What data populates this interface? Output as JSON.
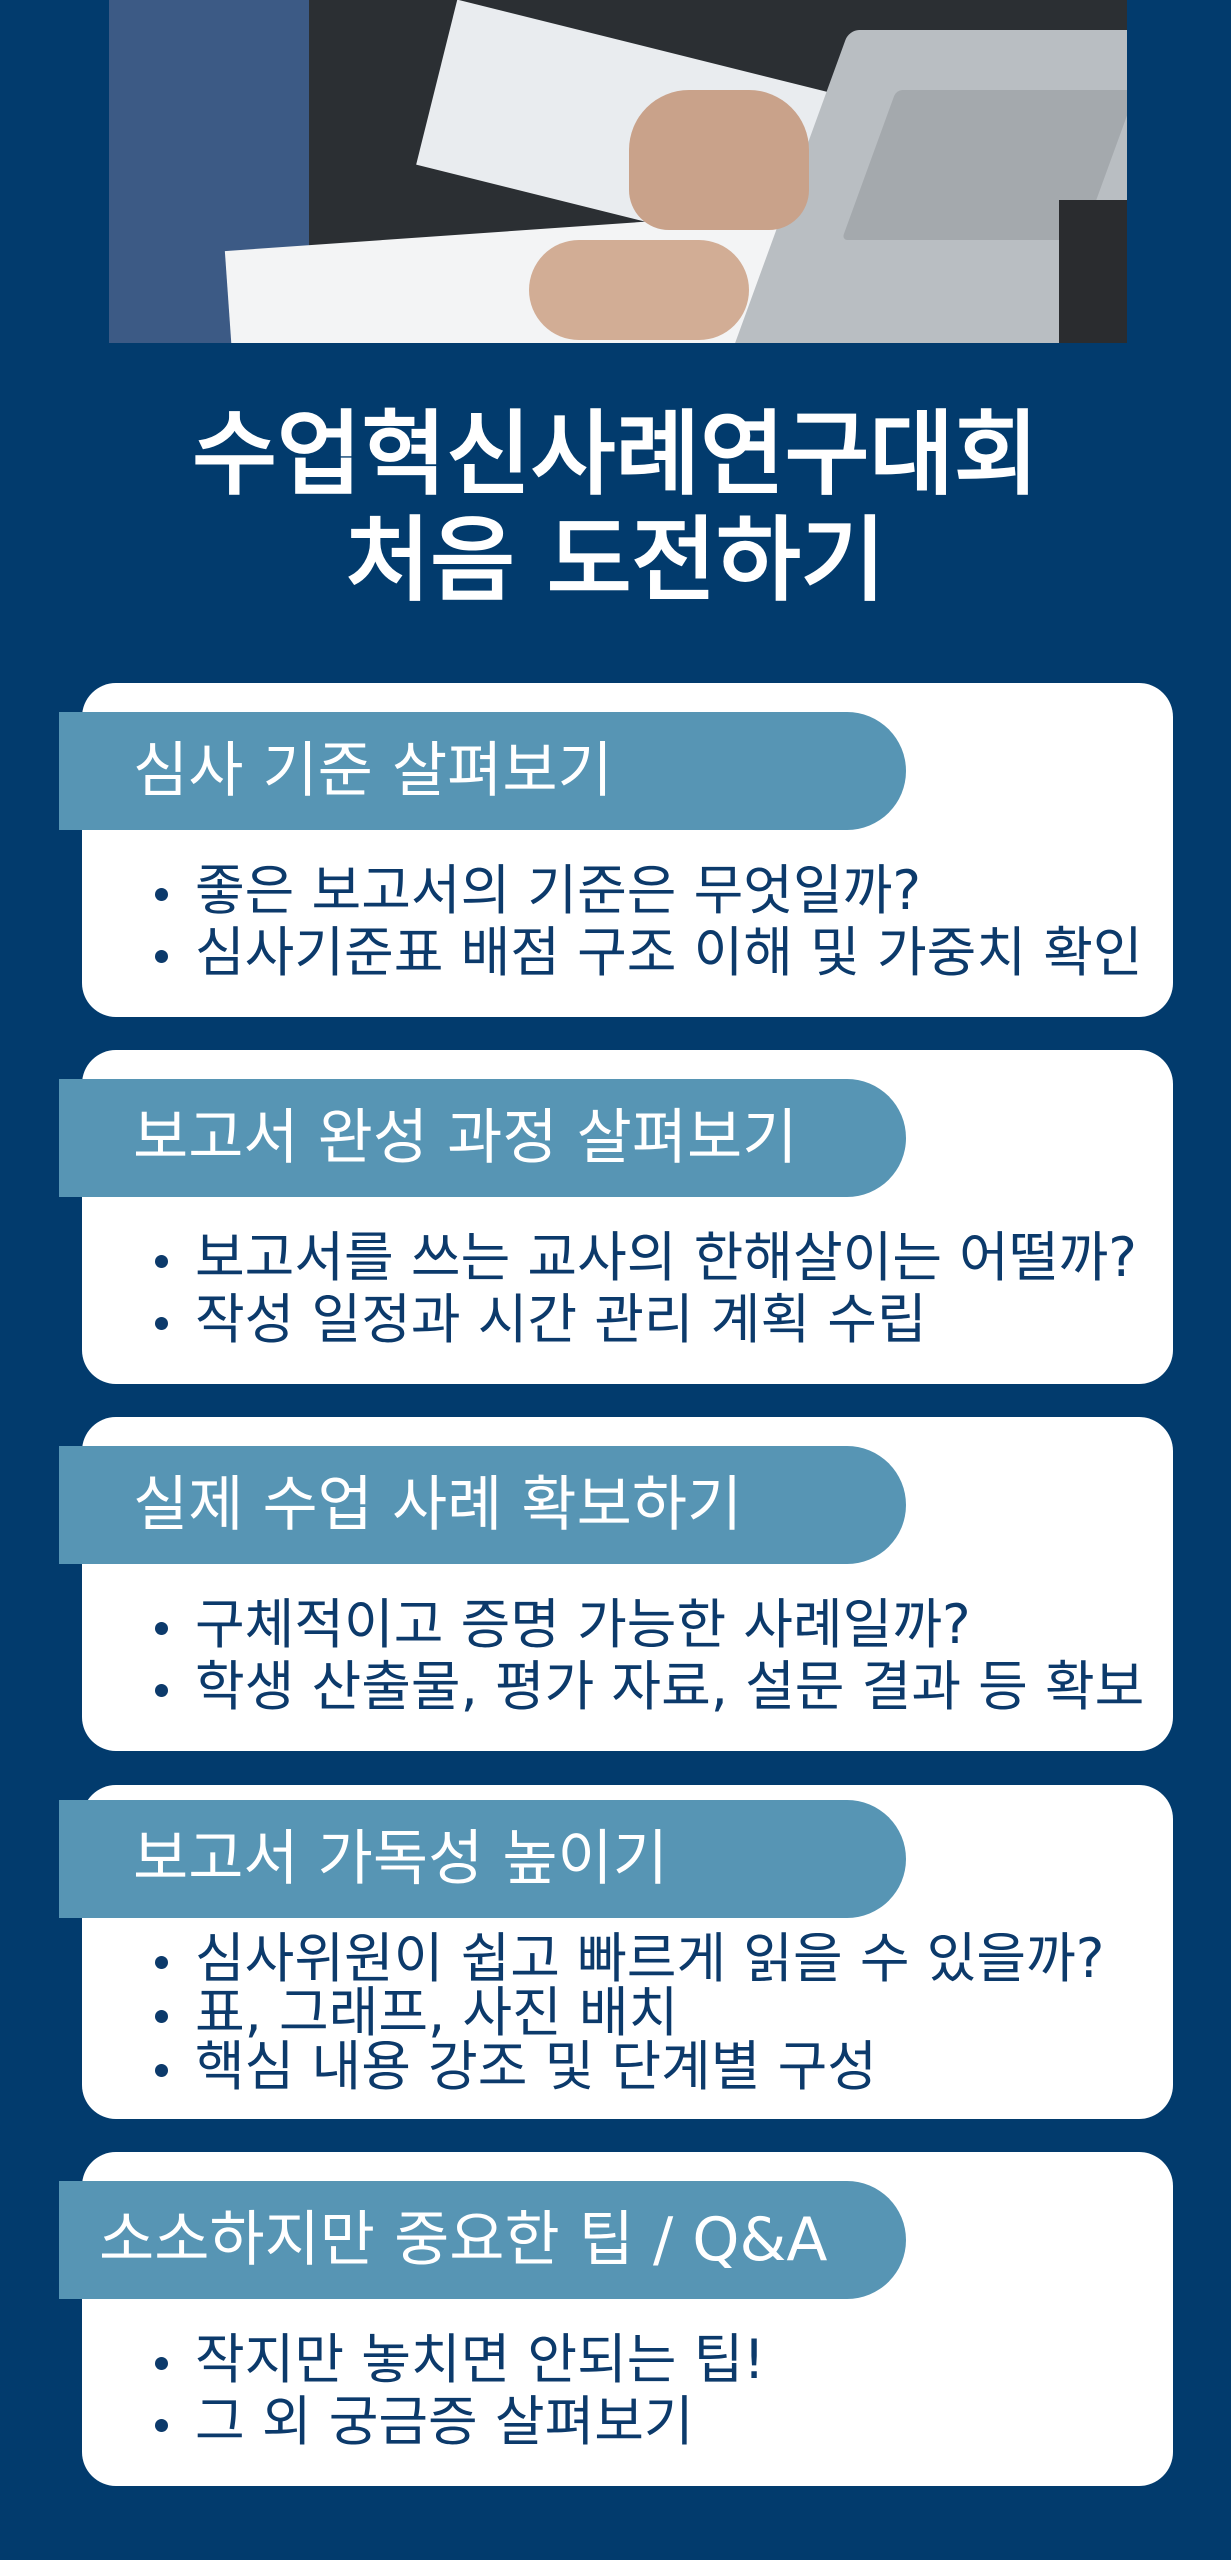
{
  "title": {
    "line1": "수업혁신사례연구대회",
    "line2": "처음 도전하기"
  },
  "colors": {
    "background": "#023b6d",
    "pill": "#5795b4",
    "text": "#0c3a6b"
  },
  "sections": [
    {
      "heading": "심사 기준 살펴보기",
      "bullets": [
        "좋은 보고서의 기준은 무엇일까?",
        "심사기준표 배점 구조 이해 및 가중치 확인"
      ]
    },
    {
      "heading": "보고서 완성 과정 살펴보기",
      "bullets": [
        "보고서를 쓰는 교사의 한해살이는 어떨까?",
        "작성 일정과 시간 관리 계획 수립"
      ]
    },
    {
      "heading": "실제 수업 사례 확보하기",
      "bullets": [
        "구체적이고 증명 가능한 사례일까?",
        "학생 산출물, 평가 자료, 설문 결과 등 확보"
      ]
    },
    {
      "heading": "보고서 가독성 높이기",
      "bullets": [
        "심사위원이 쉽고 빠르게 읽을 수 있을까?",
        "표, 그래프, 사진 배치",
        "핵심 내용 강조 및 단계별 구성"
      ]
    },
    {
      "heading": "소소하지만 중요한 팁 / Q&A",
      "bullets": [
        "작지만 놓치면 안되는 팁!",
        "그 외 궁금증 살펴보기"
      ]
    }
  ]
}
